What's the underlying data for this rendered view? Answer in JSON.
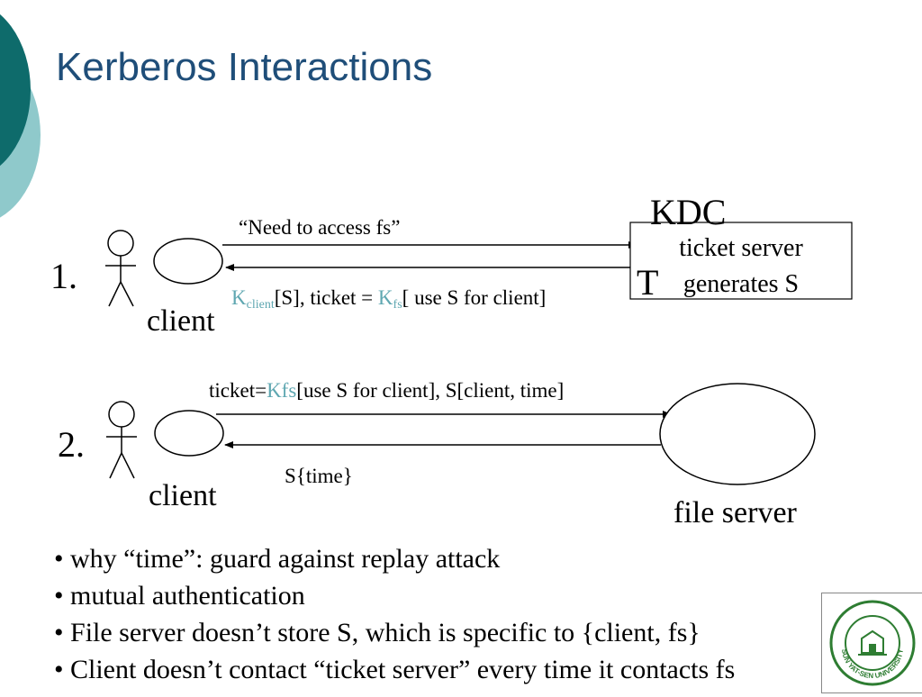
{
  "title": "Kerberos Interactions",
  "step1": {
    "number": "1.",
    "actor_label": "client",
    "request": "“Need to access fs”",
    "kdc_label": "KDC",
    "kdc_box_line1": "ticket server",
    "kdc_box_line2": "generates S",
    "kdc_T": "T",
    "reply": {
      "k_client": "K",
      "k_client_sub": "client",
      "part1": "[S], ticket = ",
      "k_fs": "K",
      "k_fs_sub": "fs",
      "part2": "[ use S for client]"
    }
  },
  "step2": {
    "number": "2.",
    "actor_label": "client",
    "request": {
      "prefix": "ticket=",
      "k_fs": "Kfs",
      "suffix": "[use S for client], S[client, time]"
    },
    "reply": "S{time}",
    "server_label": "file server"
  },
  "bullets": [
    "• why “time”: guard against replay attack",
    "• mutual authentication",
    "• File server doesn’t store S, which is specific to {client, fs}",
    "• Client doesn’t contact “ticket server” every time it contacts fs"
  ],
  "logo_text": "SUN YAT-SEN UNIVERSITY",
  "colors": {
    "title": "#1f4e79",
    "accent_teal": "#5fa7b1",
    "deco_dark": "#0e6b6b",
    "deco_light": "#8fc9cb"
  }
}
